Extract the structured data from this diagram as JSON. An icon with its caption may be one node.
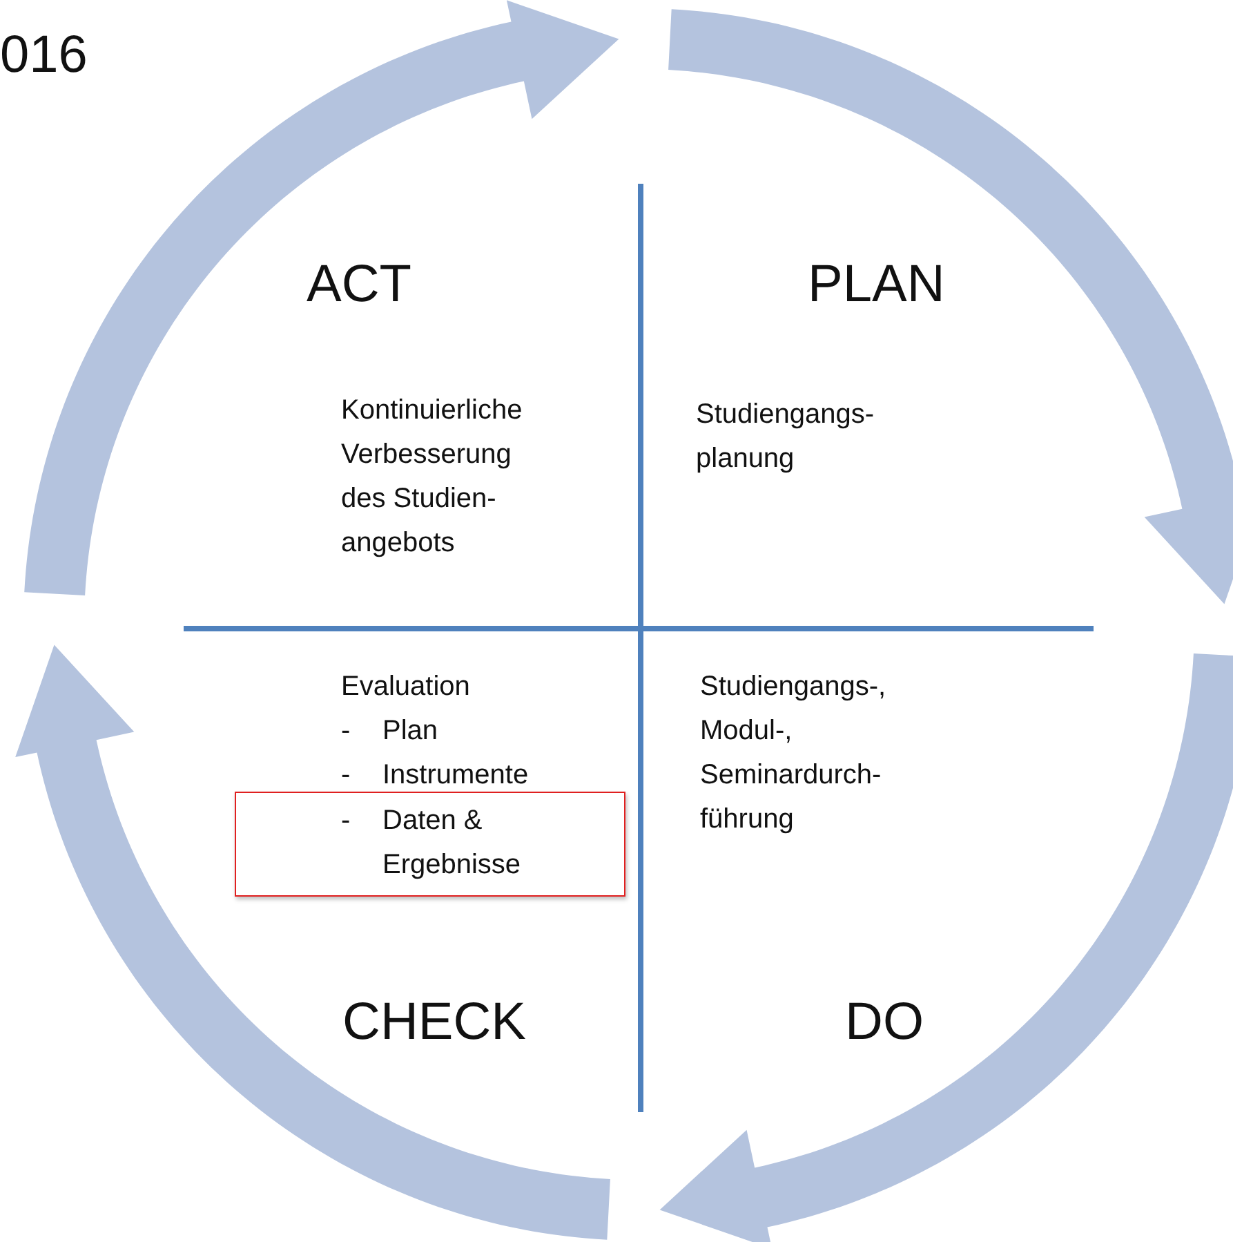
{
  "diagram": {
    "nodes": [
      {
        "text": [
          "-\tDaten & Ergebnisse"
        ]
      }
    ],
    "labels": [
      "016",
      "ACT",
      "PLAN",
      "Kontinuierliche Verbesserung des Studien- angebots",
      "Studiengangs- planung",
      "Evaluation",
      "-\tPlan",
      "-\tInstrumente",
      "Studiengangs-, Modul-, Seminardurch- führung",
      "CHECK",
      "DO"
    ]
  }
}
